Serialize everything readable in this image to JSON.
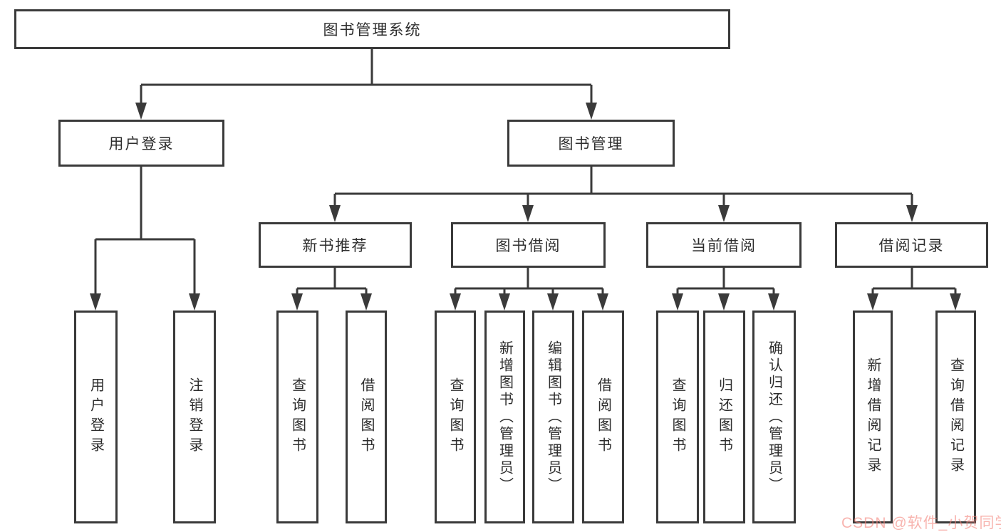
{
  "diagram": {
    "title": "图书管理系统",
    "type": "hierarchy-tree",
    "colors": {
      "line": "#3a3a3a",
      "box_background": "#ffffff",
      "text": "#2d2d2d",
      "watermark": "#f4827a"
    },
    "nodes": {
      "root": "图书管理系统",
      "level2": {
        "user_login": "用户登录",
        "book_mgmt": "图书管理"
      },
      "level3": {
        "new_book_rec": "新书推荐",
        "book_borrow": "图书借阅",
        "current_borrow": "当前借阅",
        "borrow_records": "借阅记录"
      },
      "leaves": {
        "user_login": "用户登录",
        "logout": "注销登录",
        "nb_query": "查询图书",
        "nb_borrow": "借阅图书",
        "bb_query": "查询图书",
        "bb_add": "新增图书（管理员）",
        "bb_edit": "编辑图书（管理员）",
        "bb_borrow": "借阅图书",
        "cb_query": "查询图书",
        "cb_return": "归还图书",
        "cb_confirm": "确认归还（管理员）",
        "br_add": "新增借阅记录",
        "br_query": "查询借阅记录"
      }
    },
    "edges": [
      {
        "from": "图书管理系统",
        "to": "用户登录"
      },
      {
        "from": "图书管理系统",
        "to": "图书管理"
      },
      {
        "from": "用户登录",
        "to": "用户登录"
      },
      {
        "from": "用户登录",
        "to": "注销登录"
      },
      {
        "from": "图书管理",
        "to": "新书推荐"
      },
      {
        "from": "图书管理",
        "to": "图书借阅"
      },
      {
        "from": "图书管理",
        "to": "当前借阅"
      },
      {
        "from": "图书管理",
        "to": "借阅记录"
      },
      {
        "from": "新书推荐",
        "to": "查询图书"
      },
      {
        "from": "新书推荐",
        "to": "借阅图书"
      },
      {
        "from": "图书借阅",
        "to": "查询图书"
      },
      {
        "from": "图书借阅",
        "to": "新增图书（管理员）"
      },
      {
        "from": "图书借阅",
        "to": "编辑图书（管理员）"
      },
      {
        "from": "图书借阅",
        "to": "借阅图书"
      },
      {
        "from": "当前借阅",
        "to": "查询图书"
      },
      {
        "from": "当前借阅",
        "to": "归还图书"
      },
      {
        "from": "当前借阅",
        "to": "确认归还（管理员）"
      },
      {
        "from": "借阅记录",
        "to": "新增借阅记录"
      },
      {
        "from": "借阅记录",
        "to": "查询借阅记录"
      }
    ],
    "watermark": "CSDN @软件_小贺同学"
  }
}
